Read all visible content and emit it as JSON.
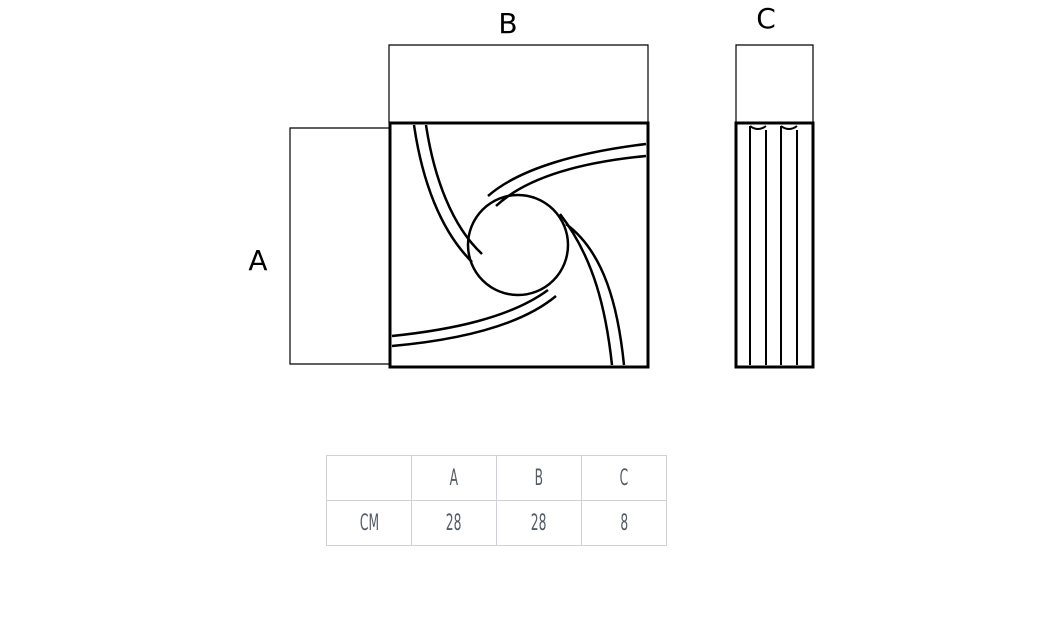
{
  "labels": {
    "a": "A",
    "b": "B",
    "c": "C"
  },
  "table": {
    "header": [
      "",
      "A",
      "B",
      "C"
    ],
    "row_label": "CM",
    "values": [
      "28",
      "28",
      "8"
    ]
  }
}
